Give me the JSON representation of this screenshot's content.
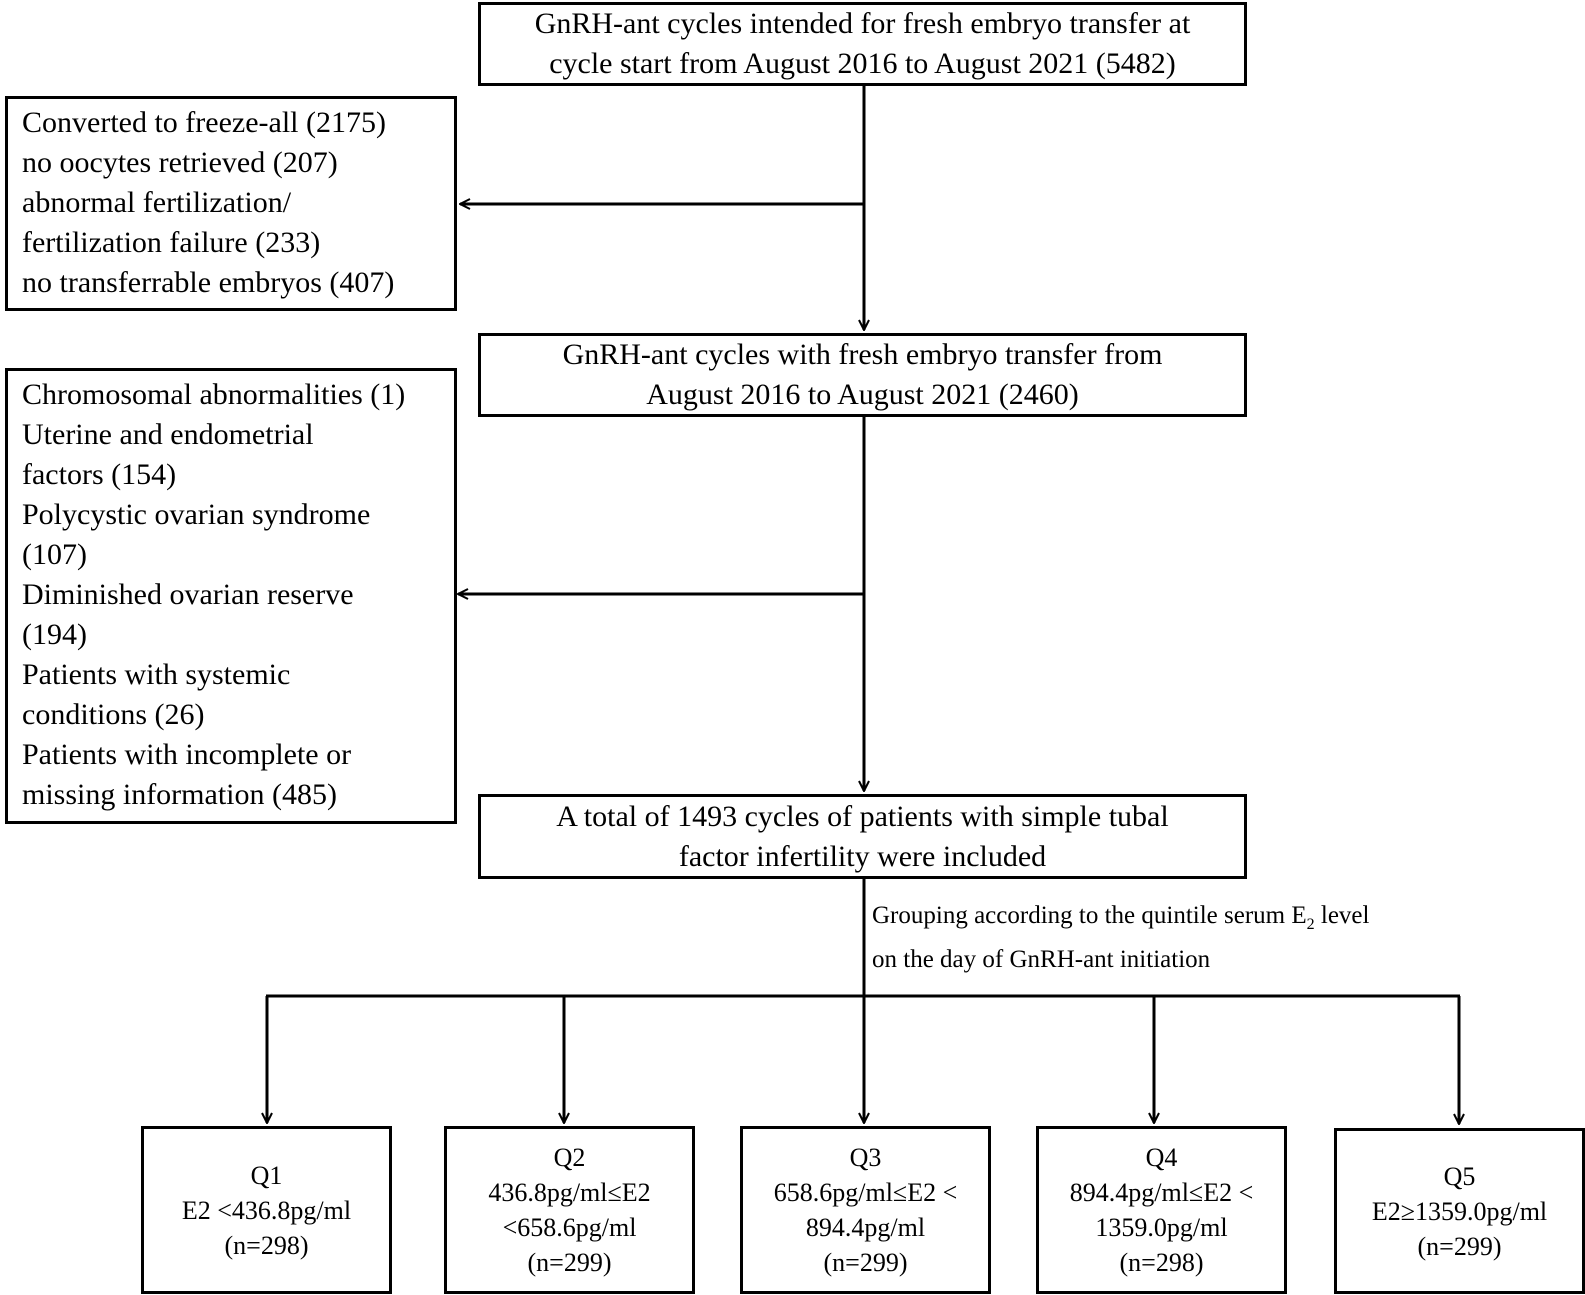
{
  "top_box": {
    "line1": "GnRH-ant cycles intended for fresh embryo transfer at",
    "line2": "cycle start from August 2016 to August 2021 (5482)"
  },
  "exclusion1": {
    "items": [
      "Converted to freeze-all (2175)",
      "no oocytes retrieved (207)",
      "abnormal fertilization/",
      "fertilization failure (233)",
      "no transferrable embryos (407)"
    ]
  },
  "middle_box": {
    "line1": "GnRH-ant cycles with fresh embryo transfer from",
    "line2": "August 2016 to August 2021 (2460)"
  },
  "exclusion2": {
    "items": [
      "Chromosomal abnormalities (1)",
      "Uterine and endometrial",
      "factors (154)",
      "Polycystic ovarian syndrome",
      "(107)",
      "Diminished ovarian reserve",
      "(194)",
      "Patients with systemic",
      "conditions (26)",
      "Patients with incomplete or",
      "missing information (485)"
    ]
  },
  "included_box": {
    "line1": "A total of 1493 cycles of patients with simple tubal",
    "line2": "factor infertility were included"
  },
  "grouping_note": {
    "line1_prefix": "Grouping according to the quintile serum E",
    "line1_sub": "2",
    "line1_suffix": " level",
    "line2": "on the day of GnRH-ant initiation"
  },
  "quintiles": [
    {
      "label": "Q1",
      "range1": "E2 <436.8pg/ml",
      "range2": "",
      "n": "(n=298)"
    },
    {
      "label": "Q2",
      "range1": "436.8pg/ml≤E2",
      "range2": "<658.6pg/ml",
      "n": "(n=299)"
    },
    {
      "label": "Q3",
      "range1": "658.6pg/ml≤E2 <",
      "range2": "894.4pg/ml",
      "n": "(n=299)"
    },
    {
      "label": "Q4",
      "range1": "894.4pg/ml≤E2 <",
      "range2": "1359.0pg/ml",
      "n": "(n=298)"
    },
    {
      "label": "Q5",
      "range1": "E2≥1359.0pg/ml",
      "range2": "",
      "n": "(n=299)"
    }
  ]
}
